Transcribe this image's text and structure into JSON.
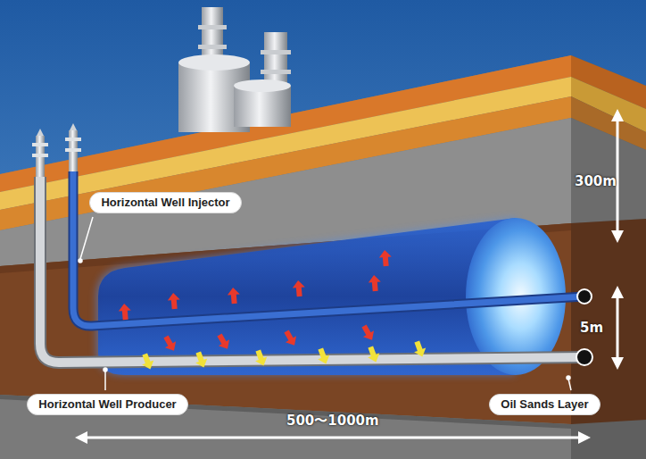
{
  "diagram": {
    "nodes": [
      {
        "text": [
          "Horizontal Well Injector"
        ]
      },
      {
        "text": [
          "Horizontal Well Producer"
        ]
      },
      {
        "text": [
          "Oil Sands Layer"
        ]
      }
    ],
    "labels": [
      "300m",
      "5m",
      "500〜1000m"
    ]
  }
}
